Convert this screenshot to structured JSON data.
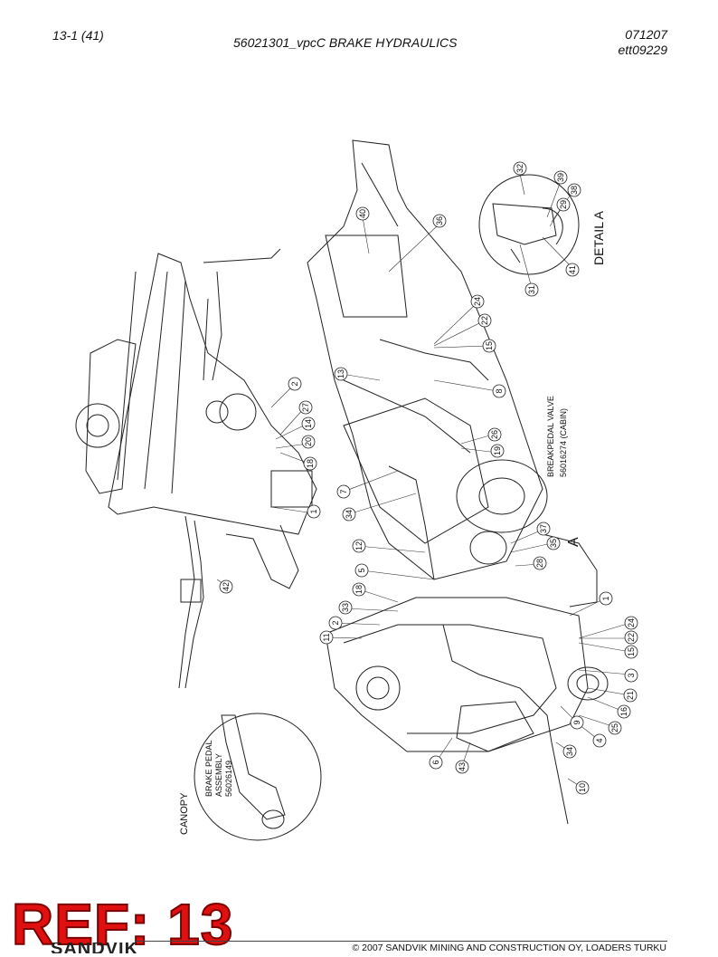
{
  "header": {
    "page": "13-1 (41)",
    "title": "56021301_vpcC BRAKE HYDRAULICS",
    "date_code": "071207",
    "drawing_code": "ett09229"
  },
  "labels": {
    "detail_a": "DETAIL A",
    "detail_a_marker": "A",
    "breakpedal_valve_line1": "BREAKPEDAL VALVE",
    "breakpedal_valve_line2": "56016274 (CABIN)",
    "brake_pedal_line1": "BRAKE PEDAL",
    "brake_pedal_line2": "ASSEMBLY",
    "brake_pedal_line3": "56026149",
    "canopy": "CANOPY"
  },
  "callouts": [
    "32",
    "39",
    "38",
    "29",
    "41",
    "31",
    "40",
    "36",
    "24",
    "22",
    "15",
    "8",
    "13",
    "2",
    "27",
    "14",
    "20",
    "18",
    "1",
    "26",
    "19",
    "7",
    "34",
    "12",
    "5",
    "18",
    "33",
    "2",
    "11",
    "37",
    "35",
    "28",
    "42",
    "1",
    "24",
    "22",
    "15",
    "3",
    "21",
    "16",
    "9",
    "25",
    "4",
    "34",
    "10",
    "6",
    "43"
  ],
  "banner": {
    "ref": "REF: 13"
  },
  "footer": {
    "brand": "SANDVIK",
    "copyright": "© 2007 SANDVIK MINING AND CONSTRUCTION OY, LOADERS TURKU"
  }
}
